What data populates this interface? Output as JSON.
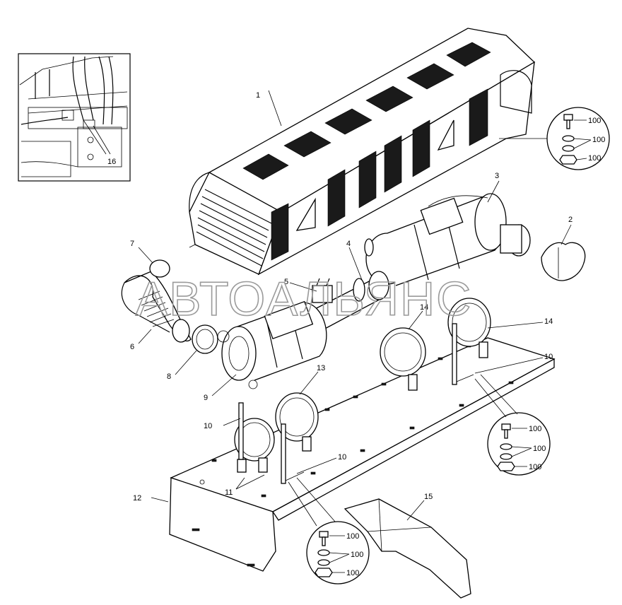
{
  "diagram": {
    "watermark": "АВТОАЛЬЯНС",
    "callouts": {
      "p1": "1",
      "p2": "2",
      "p3": "3",
      "p4": "4",
      "p5": "5",
      "p6": "6",
      "p7": "7",
      "p8": "8",
      "p9": "9",
      "p10a": "10",
      "p10b": "10",
      "p10c": "10",
      "p11": "11",
      "p12": "12",
      "p13": "13",
      "p14a": "14",
      "p14b": "14",
      "p15": "15",
      "p16": "16"
    },
    "fastener_groups": [
      {
        "bolt": "100",
        "washer": "100",
        "nut": "100"
      },
      {
        "bolt": "100",
        "washer": "100",
        "nut": "100"
      },
      {
        "bolt": "100",
        "washer": "100",
        "nut": "100"
      }
    ]
  }
}
